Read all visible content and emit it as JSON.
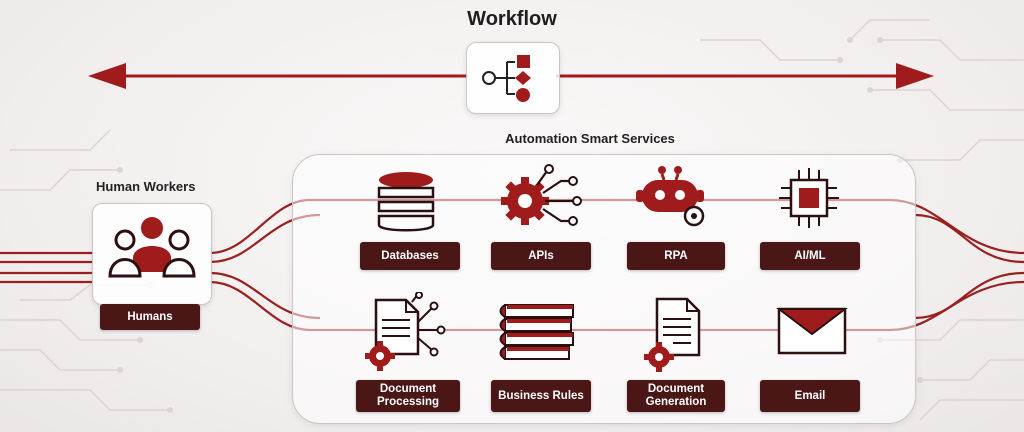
{
  "title": "Workflow",
  "human_workers": {
    "heading": "Human Workers",
    "item": {
      "label": "Humans",
      "icon": "people-group-icon"
    }
  },
  "services": {
    "heading": "Automation Smart Services",
    "items": [
      {
        "label": "Databases",
        "icon": "database-icon"
      },
      {
        "label": "APIs",
        "icon": "gear-network-icon"
      },
      {
        "label": "RPA",
        "icon": "robot-icon"
      },
      {
        "label": "AI/ML",
        "icon": "chip-icon"
      },
      {
        "label": "Document Processing",
        "icon": "document-gear-icon"
      },
      {
        "label": "Business Rules",
        "icon": "books-icon"
      },
      {
        "label": "Document Generation",
        "icon": "document-gear-icon"
      },
      {
        "label": "Email",
        "icon": "envelope-icon"
      }
    ]
  },
  "colors": {
    "accent": "#a01c1c",
    "label_bg": "#4a1616",
    "line": "#9a2020"
  }
}
